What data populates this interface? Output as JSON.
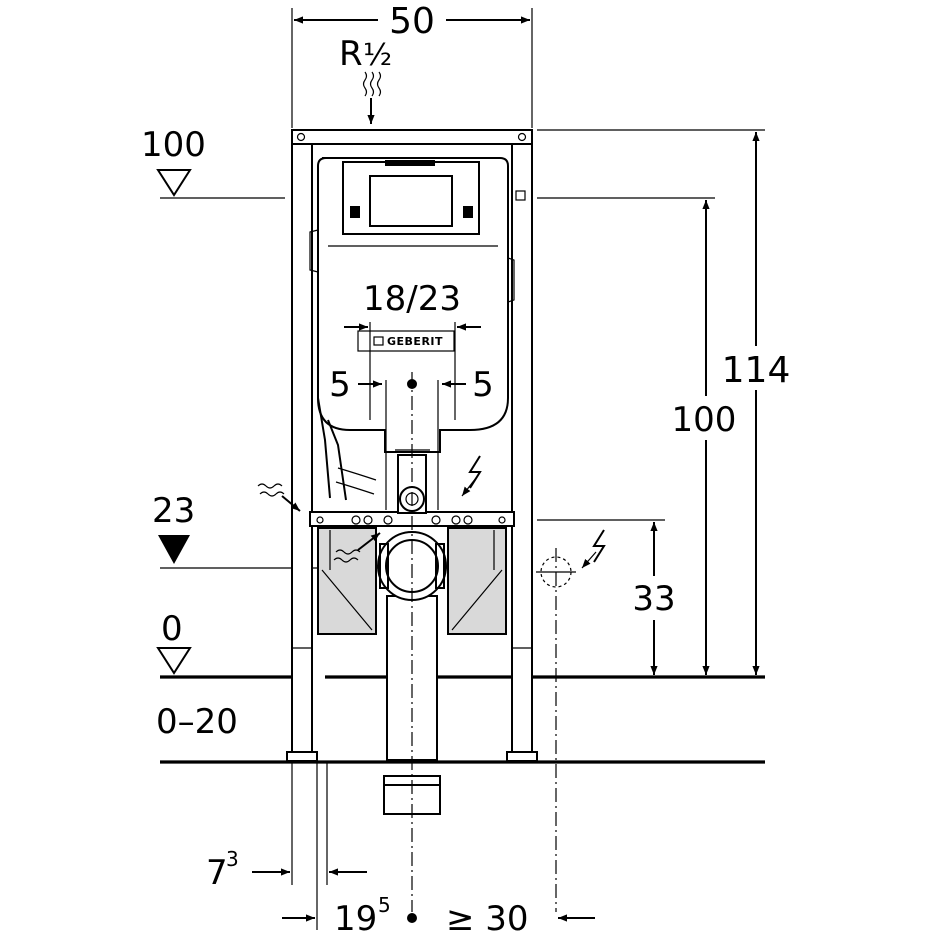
{
  "diagram": {
    "top_width": "50",
    "supply_thread": "R1/2",
    "supply_thread_main": "R",
    "supply_thread_fraction": "1/2",
    "level_100": "100",
    "level_23": "23",
    "level_0": "0",
    "floor_range": "0–20",
    "plate_width": "18/23",
    "offset_left": "5",
    "offset_right": "5",
    "height_total": "114",
    "height_actuator": "100",
    "height_power": "33",
    "frame_leg_offset_base": "7",
    "frame_leg_offset_sup": "3",
    "center_offset_base": "19",
    "center_offset_sup": "5",
    "min_clearance": "≥ 30",
    "brand_logo": "GEBERIT"
  }
}
